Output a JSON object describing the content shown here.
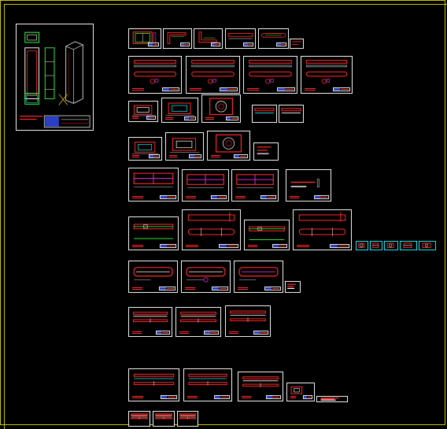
{
  "app": {
    "view": "model-space-drawing-overview"
  },
  "colors": {
    "background": "#000000",
    "frame": "#c8c800",
    "sheet_border": "#f2f2f2",
    "primary_geometry": "#ff2a2a",
    "secondary_geometry": "#ffffff",
    "cyan_geometry": "#12e8f2",
    "green_geometry": "#3cff3c",
    "magenta_geometry": "#ff36ff",
    "blue_title_block": "#2a3fc4"
  },
  "icons": {
    "title_block": "title-block-icon",
    "detail_tile": "detail-icon"
  },
  "sheets": [
    {
      "id": "cabinet-assembly",
      "kind": "assembly"
    },
    {
      "id": "r1-frame-a",
      "kind": "frame-front"
    },
    {
      "id": "r1-frame-b",
      "kind": "frame-l"
    },
    {
      "id": "r1-frame-c",
      "kind": "frame-l2"
    },
    {
      "id": "r1-strip-a",
      "kind": "strip"
    },
    {
      "id": "r1-strip-b",
      "kind": "strip-slot"
    },
    {
      "id": "r2-profile-a",
      "kind": "profile"
    },
    {
      "id": "r2-profile-b",
      "kind": "profile"
    },
    {
      "id": "r2-profile-c",
      "kind": "profile"
    },
    {
      "id": "r2-profile-d",
      "kind": "profile"
    },
    {
      "id": "r3-plate-a",
      "kind": "plate"
    },
    {
      "id": "r3-plate-b",
      "kind": "plate-cyan"
    },
    {
      "id": "r3-plate-c",
      "kind": "plate-round"
    },
    {
      "id": "r3-strip-a",
      "kind": "strip-cyan"
    },
    {
      "id": "r3-strip-b",
      "kind": "strip"
    },
    {
      "id": "r4-box-a",
      "kind": "plate-cyan"
    },
    {
      "id": "r4-box-b",
      "kind": "plate"
    },
    {
      "id": "r4-box-c",
      "kind": "plate-round"
    },
    {
      "id": "r4-note",
      "kind": "note"
    },
    {
      "id": "r5-panel-a",
      "kind": "panel-magenta"
    },
    {
      "id": "r5-panel-b",
      "kind": "panel-magenta"
    },
    {
      "id": "r5-panel-c",
      "kind": "panel-magenta"
    },
    {
      "id": "r5-panel-d",
      "kind": "note-bars"
    },
    {
      "id": "r6-rail-a",
      "kind": "rail-green"
    },
    {
      "id": "r6-rail-b",
      "kind": "rail-double"
    },
    {
      "id": "r6-rail-c",
      "kind": "rail-green"
    },
    {
      "id": "r6-rail-d",
      "kind": "rail-double"
    },
    {
      "id": "r7-channel-a",
      "kind": "channel"
    },
    {
      "id": "r7-channel-b",
      "kind": "channel-wire"
    },
    {
      "id": "r7-channel-c",
      "kind": "channel-magenta"
    },
    {
      "id": "r8-bar-a",
      "kind": "bar"
    },
    {
      "id": "r8-bar-b",
      "kind": "bar"
    },
    {
      "id": "r8-bar-c",
      "kind": "bar"
    },
    {
      "id": "r9-bar-a",
      "kind": "bar-cyan"
    },
    {
      "id": "r9-bar-b",
      "kind": "bar-cyan"
    },
    {
      "id": "r9-bar-c",
      "kind": "bar"
    },
    {
      "id": "r9-small",
      "kind": "small"
    },
    {
      "id": "r10-a",
      "kind": "bar"
    },
    {
      "id": "r10-b",
      "kind": "bar"
    },
    {
      "id": "r10-c",
      "kind": "bar"
    }
  ],
  "detail_tiles": [
    {
      "id": "tile-1"
    },
    {
      "id": "tile-2"
    },
    {
      "id": "tile-3"
    },
    {
      "id": "tile-4"
    },
    {
      "id": "tile-5"
    }
  ]
}
